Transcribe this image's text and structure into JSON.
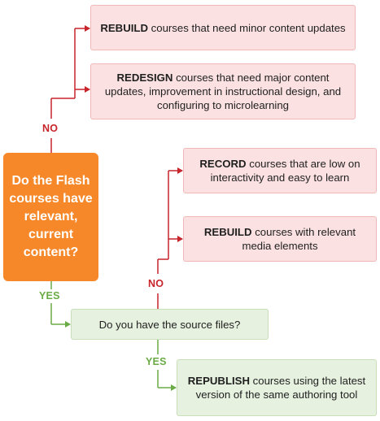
{
  "colors": {
    "no_line": "#c8242b",
    "yes_line": "#6aab45",
    "decision_fill": "#f6882a",
    "action_fill": "#fbe1e1",
    "outcome_fill": "#e6f1df"
  },
  "decision": {
    "text": "Do the Flash courses have relevant, current content?"
  },
  "branches": {
    "top_no_label": "NO",
    "top_yes_label": "YES",
    "mid_no_label": "NO",
    "mid_yes_label": "YES"
  },
  "boxes": {
    "rebuild_minor": {
      "keyword": "REBUILD",
      "text": " courses that need minor content updates"
    },
    "redesign": {
      "keyword": "REDESIGN",
      "text": " courses that need major content updates, improvement in instructional design, and configuring to microlearning"
    },
    "record": {
      "keyword": "RECORD",
      "text": " courses that are low on interactivity and easy to learn"
    },
    "rebuild_media": {
      "keyword": "REBUILD",
      "text": " courses with relevant media elements"
    },
    "source_question": {
      "text": "Do you have the source files?"
    },
    "republish": {
      "keyword": "REPUBLISH",
      "text": " courses using the latest version of the same authoring tool"
    }
  }
}
